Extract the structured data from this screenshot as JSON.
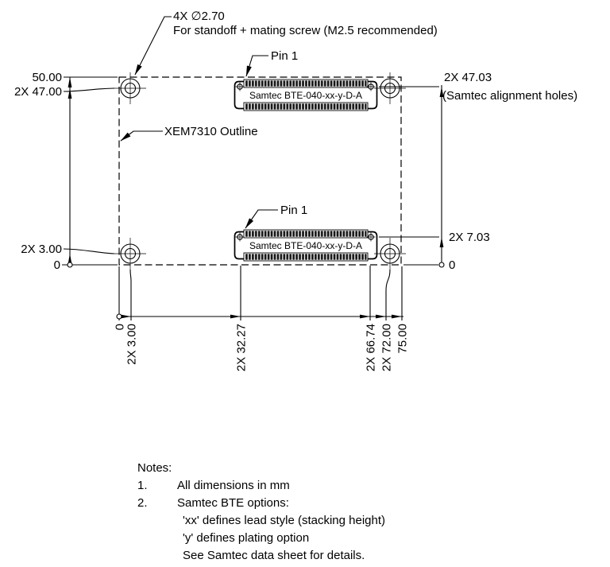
{
  "callouts": {
    "hole_spec": "4X ∅2.70",
    "hole_note": "For standoff + mating screw (M2.5 recommended)",
    "pin1_top": "Pin 1",
    "pin1_bottom": "Pin 1",
    "outline": "XEM7310 Outline"
  },
  "connector": {
    "top": "Samtec BTE-040-xx-y-D-A",
    "bottom": "Samtec BTE-040-xx-y-D-A"
  },
  "dims": {
    "left": {
      "h50": "50.00",
      "h47": "2X 47.00",
      "h3": "2X 3.00",
      "zero": "0"
    },
    "right": {
      "h47": "2X 47.03",
      "note": "(Samtec alignment holes)",
      "h7": "2X 7.03",
      "zero": "0"
    },
    "bottom": {
      "zero": "0",
      "w3": "2X 3.00",
      "w32": "2X 32.27",
      "w66": "2X 66.74",
      "w72": "2X 72.00",
      "w75": "75.00"
    }
  },
  "notes": {
    "heading": "Notes:",
    "item1_num": "1.",
    "item1": "All dimensions in mm",
    "item2_num": "2.",
    "item2": "Samtec BTE options:",
    "sub1": "'xx' defines lead style (stacking height)",
    "sub2": "'y' defines plating option",
    "sub3": "See Samtec data sheet for details."
  },
  "colors": {
    "line": "#000000",
    "background": "#ffffff"
  }
}
